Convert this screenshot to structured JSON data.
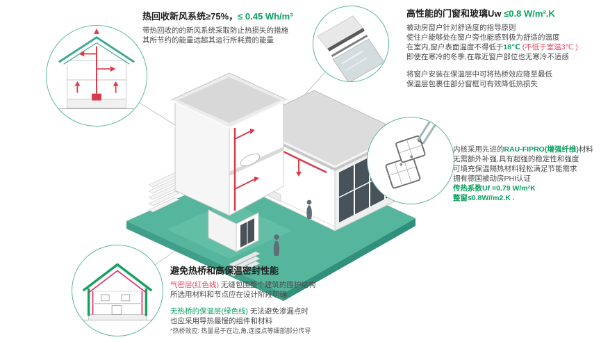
{
  "palette": {
    "teal": "#55b69d",
    "green": "#0aa05f",
    "red": "#e8435e",
    "duct_red": "#d93b4b"
  },
  "blocks": {
    "ventilation": {
      "title_black": "热回收新风系统≥75%，",
      "title_green": "≤ 0.45 Wh/m³",
      "body": [
        "带热回收的的新风系统采取防止热损失的措施",
        "其所节约的能量远超其运行所耗费的能量"
      ]
    },
    "window_glass": {
      "title_black": "高性能的门窗和玻璃Uw ",
      "title_green": "≤0.8 W/m².K",
      "line1": "被动房窗户针对舒适度的指导原则",
      "line2": "使住户能够处在窗户旁也能感到极为舒适的温度",
      "line3_a": "在室内,窗户表面温度不得低于",
      "line3_b": "18℃",
      "line3_c": " (不低于室温3℃ )",
      "line4": "即使在寒冷的冬季,在靠近窗户部位也无寒冷不适感",
      "line5": "将窗户安装在保温层中可将热桥效应降至最低",
      "line6": "保温层包裹住部分窗框可有效降低热损失"
    },
    "profile": {
      "line1_a": "内核采用先进的",
      "line1_b": "RAU-FIPRO(增强纤维)",
      "line1_c": "材料",
      "line2": "无需额外补强,具有超强的稳定性和强度",
      "line3": "可填充保温隔热材料轻松满足节能需求",
      "line4": "拥有德国被动房PHI认证",
      "line5": "传热系数Uf =0.79 W/m²K",
      "line6": "整窗≤0.8W//m2.K ."
    },
    "thermal": {
      "title": "避免热桥和高保温密封性能",
      "line1_a": "气密层(红色线)",
      "line1_b": " 无缝包围整个建筑的围护结构",
      "line2": "所选用材料和节点应在设计阶段明确",
      "line3_a": "无热桥的保温层(绿色线)",
      "line3_b": " 无法避免渗漏点时",
      "line4": "也应采用导热最慢的组件和材料",
      "footnote": "*热桥效应: 热量易于在边,角,连接点等细部部分传导"
    }
  }
}
